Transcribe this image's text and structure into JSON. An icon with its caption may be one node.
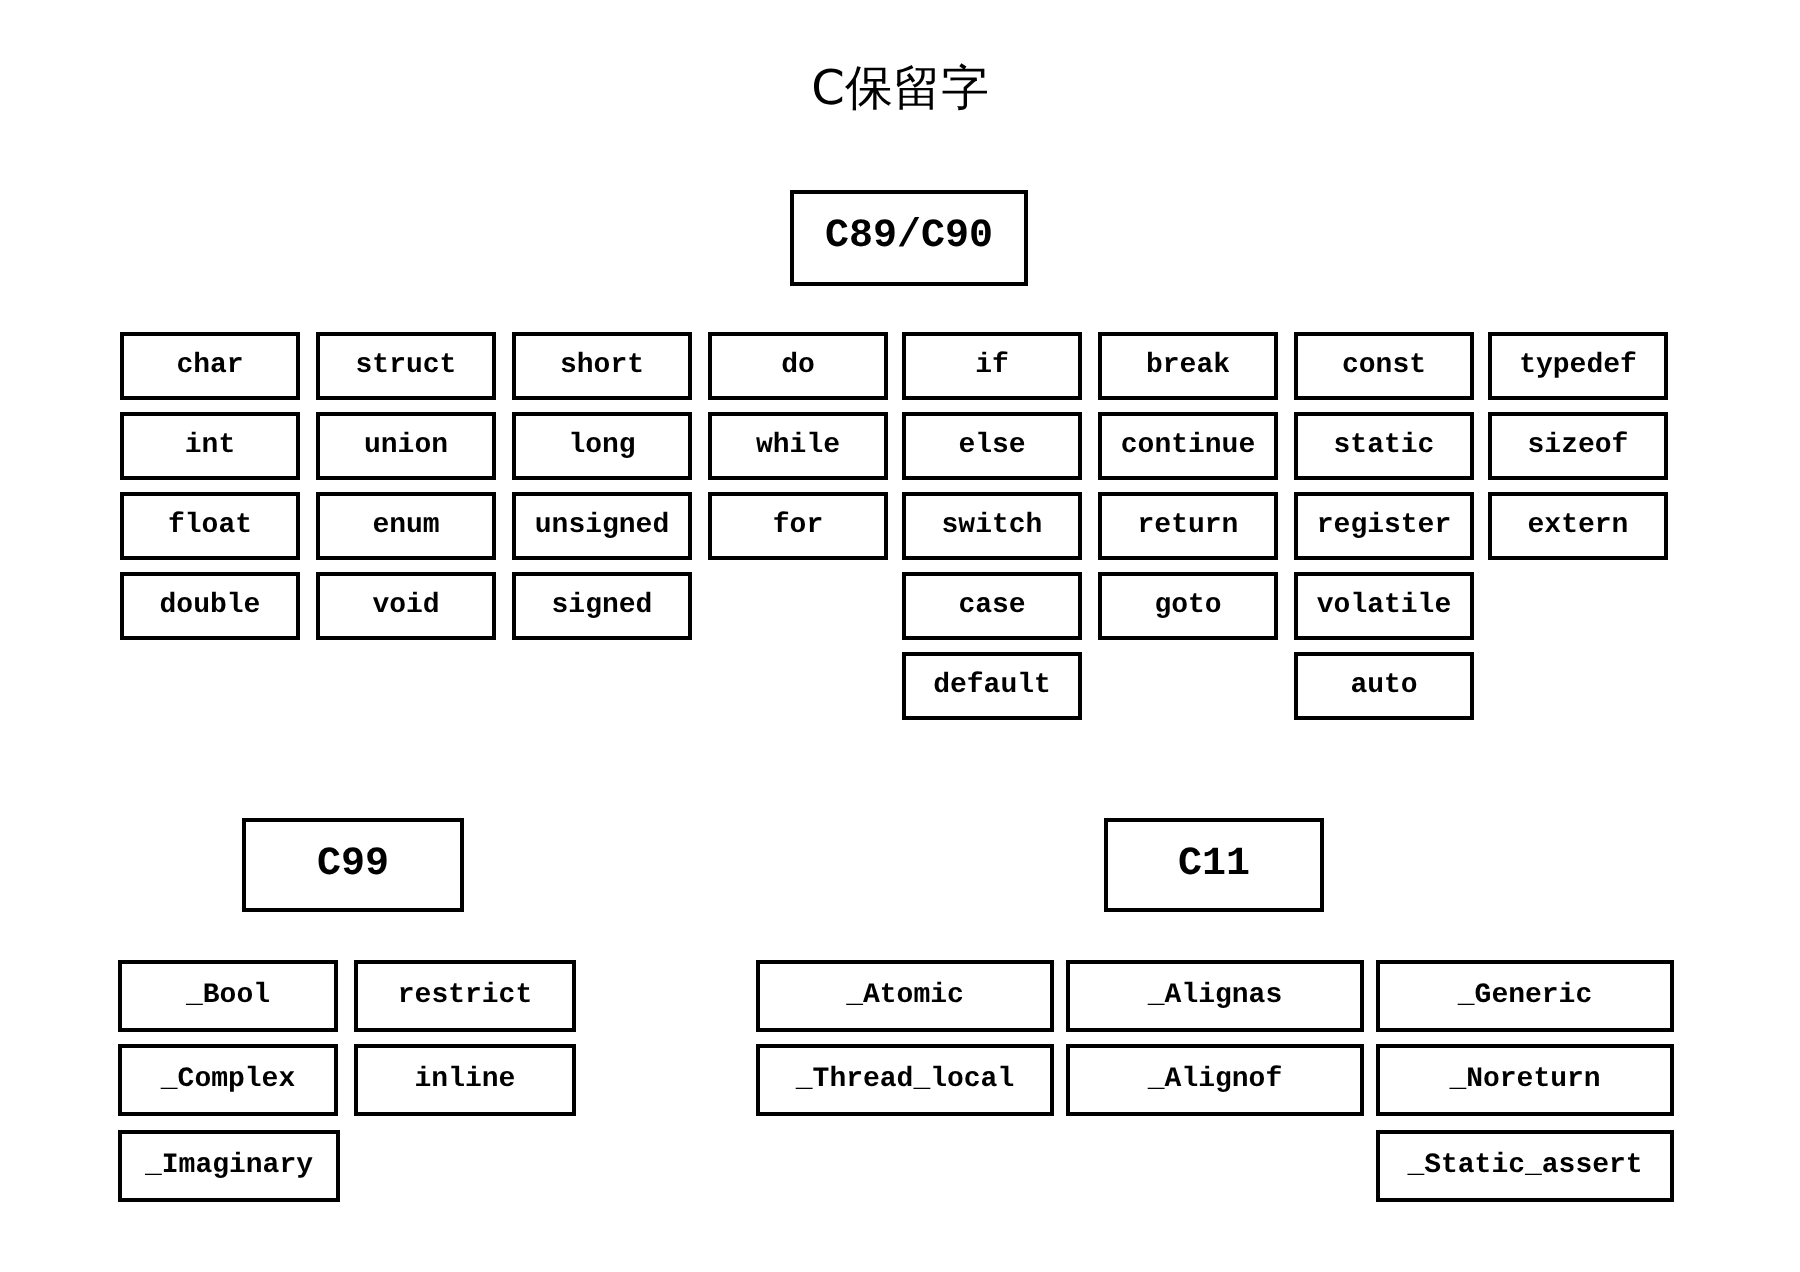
{
  "diagram": {
    "title": "C保留字",
    "nodes": [
      {
        "text": [
          "C89/C90"
        ]
      },
      {
        "text": [
          "char"
        ]
      },
      {
        "text": [
          "struct"
        ]
      },
      {
        "text": [
          "short"
        ]
      },
      {
        "text": [
          "do"
        ]
      },
      {
        "text": [
          "if"
        ]
      },
      {
        "text": [
          "break"
        ]
      },
      {
        "text": [
          "const"
        ]
      },
      {
        "text": [
          "typedef"
        ]
      },
      {
        "text": [
          "int"
        ]
      },
      {
        "text": [
          "union"
        ]
      },
      {
        "text": [
          "long"
        ]
      },
      {
        "text": [
          "while"
        ]
      },
      {
        "text": [
          "else"
        ]
      },
      {
        "text": [
          "continue"
        ]
      },
      {
        "text": [
          "static"
        ]
      },
      {
        "text": [
          "sizeof"
        ]
      },
      {
        "text": [
          "float"
        ]
      },
      {
        "text": [
          "enum"
        ]
      },
      {
        "text": [
          "unsigned"
        ]
      },
      {
        "text": [
          "for"
        ]
      },
      {
        "text": [
          "switch"
        ]
      },
      {
        "text": [
          "return"
        ]
      },
      {
        "text": [
          "register"
        ]
      },
      {
        "text": [
          "extern"
        ]
      },
      {
        "text": [
          "double"
        ]
      },
      {
        "text": [
          "void"
        ]
      },
      {
        "text": [
          "signed"
        ]
      },
      {
        "text": [
          "case"
        ]
      },
      {
        "text": [
          "goto"
        ]
      },
      {
        "text": [
          "volatile"
        ]
      },
      {
        "text": [
          "default"
        ]
      },
      {
        "text": [
          "auto"
        ]
      },
      {
        "text": [
          "C99"
        ]
      },
      {
        "text": [
          "C11"
        ]
      },
      {
        "text": [
          "_Bool"
        ]
      },
      {
        "text": [
          "restrict"
        ]
      },
      {
        "text": [
          "_Complex"
        ]
      },
      {
        "text": [
          "inline"
        ]
      },
      {
        "text": [
          "_Imaginary"
        ]
      },
      {
        "text": [
          "_Atomic"
        ]
      },
      {
        "text": [
          "_Alignas"
        ]
      },
      {
        "text": [
          "_Generic"
        ]
      },
      {
        "text": [
          "_Thread_local"
        ]
      },
      {
        "text": [
          "_Alignof"
        ]
      },
      {
        "text": [
          "_Noreturn"
        ]
      },
      {
        "text": [
          "_Static_assert"
        ]
      }
    ]
  }
}
